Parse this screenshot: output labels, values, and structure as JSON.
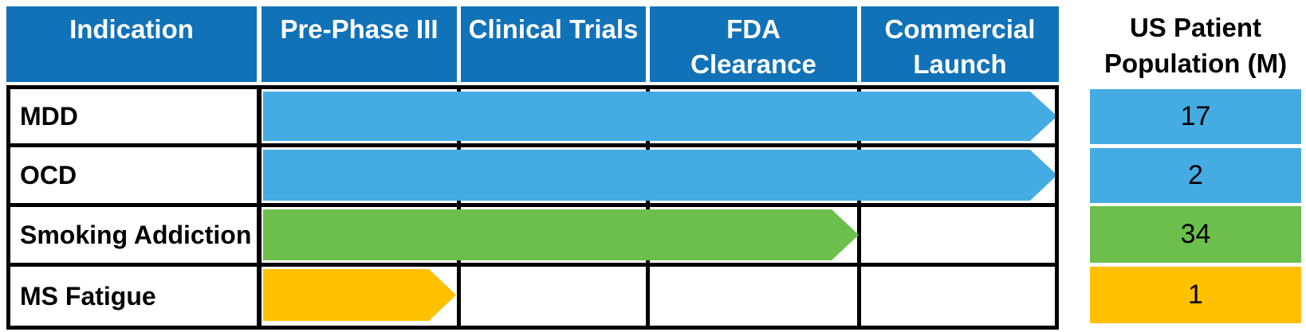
{
  "table": {
    "headers": [
      "Indication",
      "Pre-Phase III",
      "Clinical Trials",
      "FDA\nClearance",
      "Commercial\nLaunch"
    ],
    "rows": [
      {
        "indication": "MDD",
        "population": "17",
        "color": "#45ACE3"
      },
      {
        "indication": "OCD",
        "population": "2",
        "color": "#45ACE3"
      },
      {
        "indication": "Smoking Addiction",
        "population": "34",
        "color": "#6CBF4C"
      },
      {
        "indication": "MS Fatigue",
        "population": "1",
        "color": "#FFC000"
      }
    ]
  },
  "population_column": {
    "header": "US Patient\nPopulation (M)"
  },
  "colors": {
    "header_bg": "#1172B8",
    "header_text": "#FFFFFF",
    "grid_line": "#000000",
    "body_text": "#000000",
    "blue_arrow": "#45ACE3",
    "green_arrow": "#6CBF4C",
    "yellow_arrow": "#FFC000"
  },
  "chart_data": {
    "type": "table",
    "title": "",
    "columns": [
      "Indication",
      "Pre-Phase III",
      "Clinical Trials",
      "FDA Clearance",
      "Commercial Launch",
      "US Patient Population (M)"
    ],
    "rows": [
      {
        "indication": "MDD",
        "stages_reached": [
          "Pre-Phase III",
          "Clinical Trials",
          "FDA Clearance",
          "Commercial Launch"
        ],
        "arrow_color": "#45ACE3",
        "us_patient_population_m": 17
      },
      {
        "indication": "OCD",
        "stages_reached": [
          "Pre-Phase III",
          "Clinical Trials",
          "FDA Clearance",
          "Commercial Launch"
        ],
        "arrow_color": "#45ACE3",
        "us_patient_population_m": 2
      },
      {
        "indication": "Smoking Addiction",
        "stages_reached": [
          "Pre-Phase III",
          "Clinical Trials",
          "FDA Clearance"
        ],
        "arrow_color": "#6CBF4C",
        "us_patient_population_m": 34
      },
      {
        "indication": "MS Fatigue",
        "stages_reached": [
          "Pre-Phase III"
        ],
        "arrow_color": "#FFC000",
        "us_patient_population_m": 1
      }
    ],
    "legend_position": "none",
    "grid": true
  }
}
